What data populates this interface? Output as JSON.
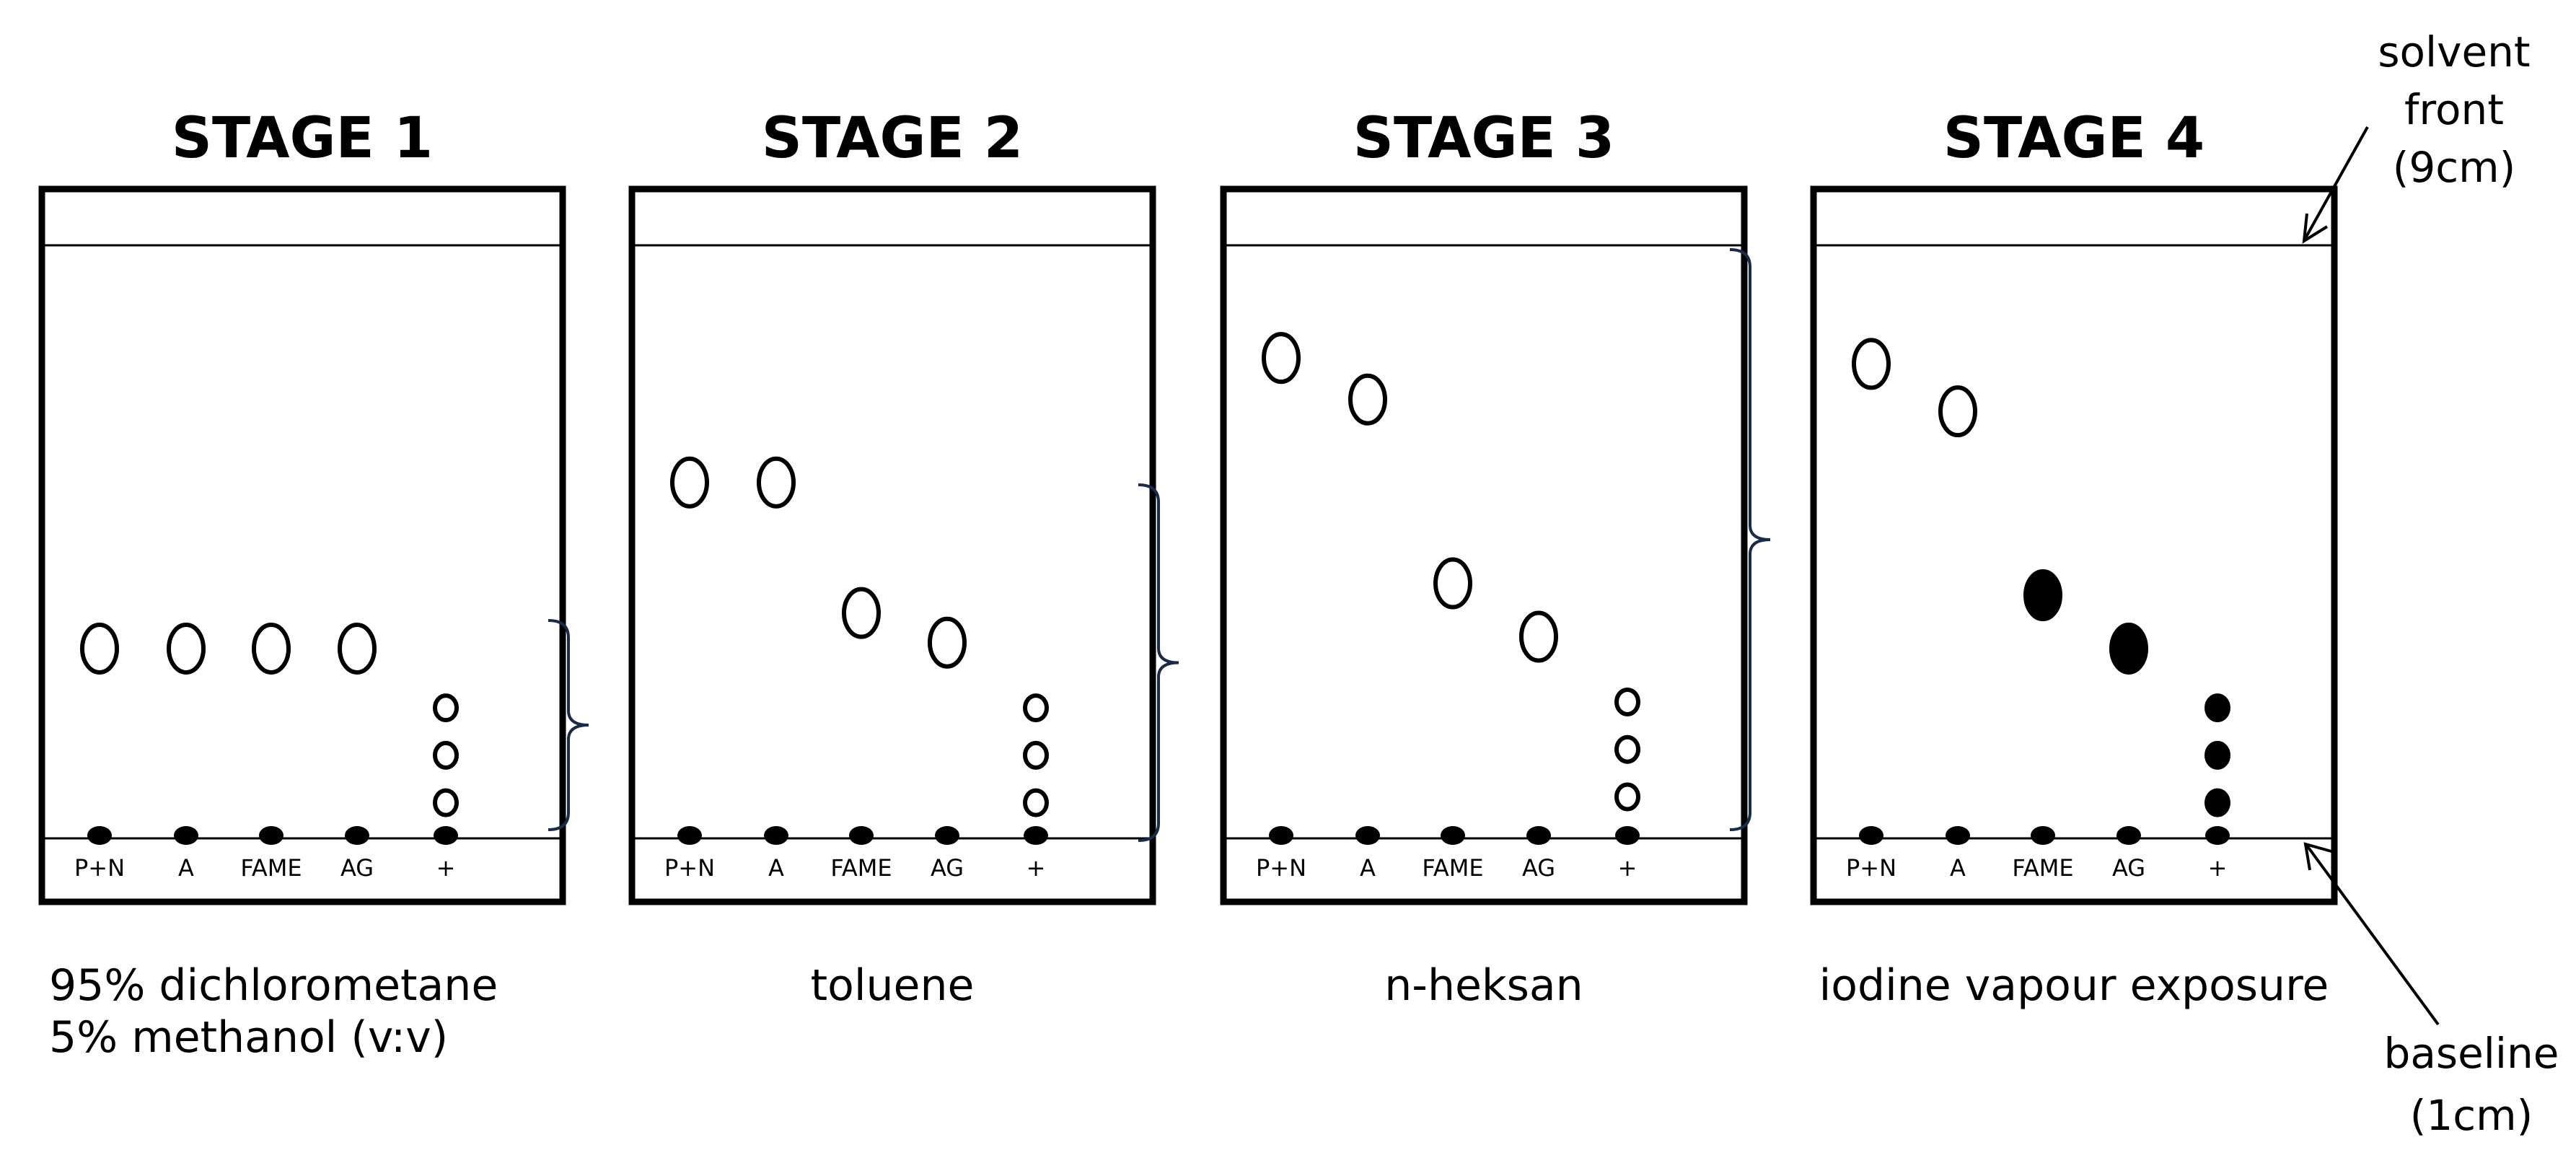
{
  "lanes": [
    "P+N",
    "A",
    "FAME",
    "AG",
    "+"
  ],
  "stages": [
    {
      "title": "STAGE 1",
      "caption": [
        "95% dichlorometane",
        "5% methanol (v:v)"
      ],
      "spots": [
        {
          "lane": 0,
          "rf": 0.32,
          "filled": false
        },
        {
          "lane": 1,
          "rf": 0.32,
          "filled": false
        },
        {
          "lane": 2,
          "rf": 0.32,
          "filled": false
        },
        {
          "lane": 3,
          "rf": 0.32,
          "filled": false
        },
        {
          "lane": 4,
          "rf": 0.22,
          "filled": false,
          "small": true
        },
        {
          "lane": 4,
          "rf": 0.14,
          "filled": false,
          "small": true
        },
        {
          "lane": 4,
          "rf": 0.06,
          "filled": false,
          "small": true
        }
      ]
    },
    {
      "title": "STAGE 2",
      "caption": [
        "toluene"
      ],
      "spots": [
        {
          "lane": 0,
          "rf": 0.6,
          "filled": false
        },
        {
          "lane": 1,
          "rf": 0.6,
          "filled": false
        },
        {
          "lane": 2,
          "rf": 0.38,
          "filled": false
        },
        {
          "lane": 3,
          "rf": 0.33,
          "filled": false
        },
        {
          "lane": 4,
          "rf": 0.22,
          "filled": false,
          "small": true
        },
        {
          "lane": 4,
          "rf": 0.14,
          "filled": false,
          "small": true
        },
        {
          "lane": 4,
          "rf": 0.06,
          "filled": false,
          "small": true
        }
      ]
    },
    {
      "title": "STAGE 3",
      "caption": [
        "n-heksan"
      ],
      "spots": [
        {
          "lane": 0,
          "rf": 0.81,
          "filled": false
        },
        {
          "lane": 1,
          "rf": 0.74,
          "filled": false
        },
        {
          "lane": 2,
          "rf": 0.43,
          "filled": false
        },
        {
          "lane": 3,
          "rf": 0.34,
          "filled": false
        },
        {
          "lane": 4,
          "rf": 0.23,
          "filled": false,
          "small": true
        },
        {
          "lane": 4,
          "rf": 0.15,
          "filled": false,
          "small": true
        },
        {
          "lane": 4,
          "rf": 0.07,
          "filled": false,
          "small": true
        }
      ]
    },
    {
      "title": "STAGE 4",
      "caption": [
        "iodine vapour exposure"
      ],
      "spots": [
        {
          "lane": 0,
          "rf": 0.8,
          "filled": false
        },
        {
          "lane": 1,
          "rf": 0.72,
          "filled": true,
          "ring": true
        },
        {
          "lane": 2,
          "rf": 0.41,
          "filled": true
        },
        {
          "lane": 3,
          "rf": 0.32,
          "filled": true
        },
        {
          "lane": 4,
          "rf": 0.22,
          "filled": true,
          "small": true
        },
        {
          "lane": 4,
          "rf": 0.14,
          "filled": true,
          "small": true
        },
        {
          "lane": 4,
          "rf": 0.06,
          "filled": true,
          "small": true
        }
      ]
    }
  ],
  "labels": {
    "solvent_front": [
      "solvent",
      "front",
      "(9cm)"
    ],
    "baseline": [
      "baseline",
      "(1cm)"
    ]
  }
}
